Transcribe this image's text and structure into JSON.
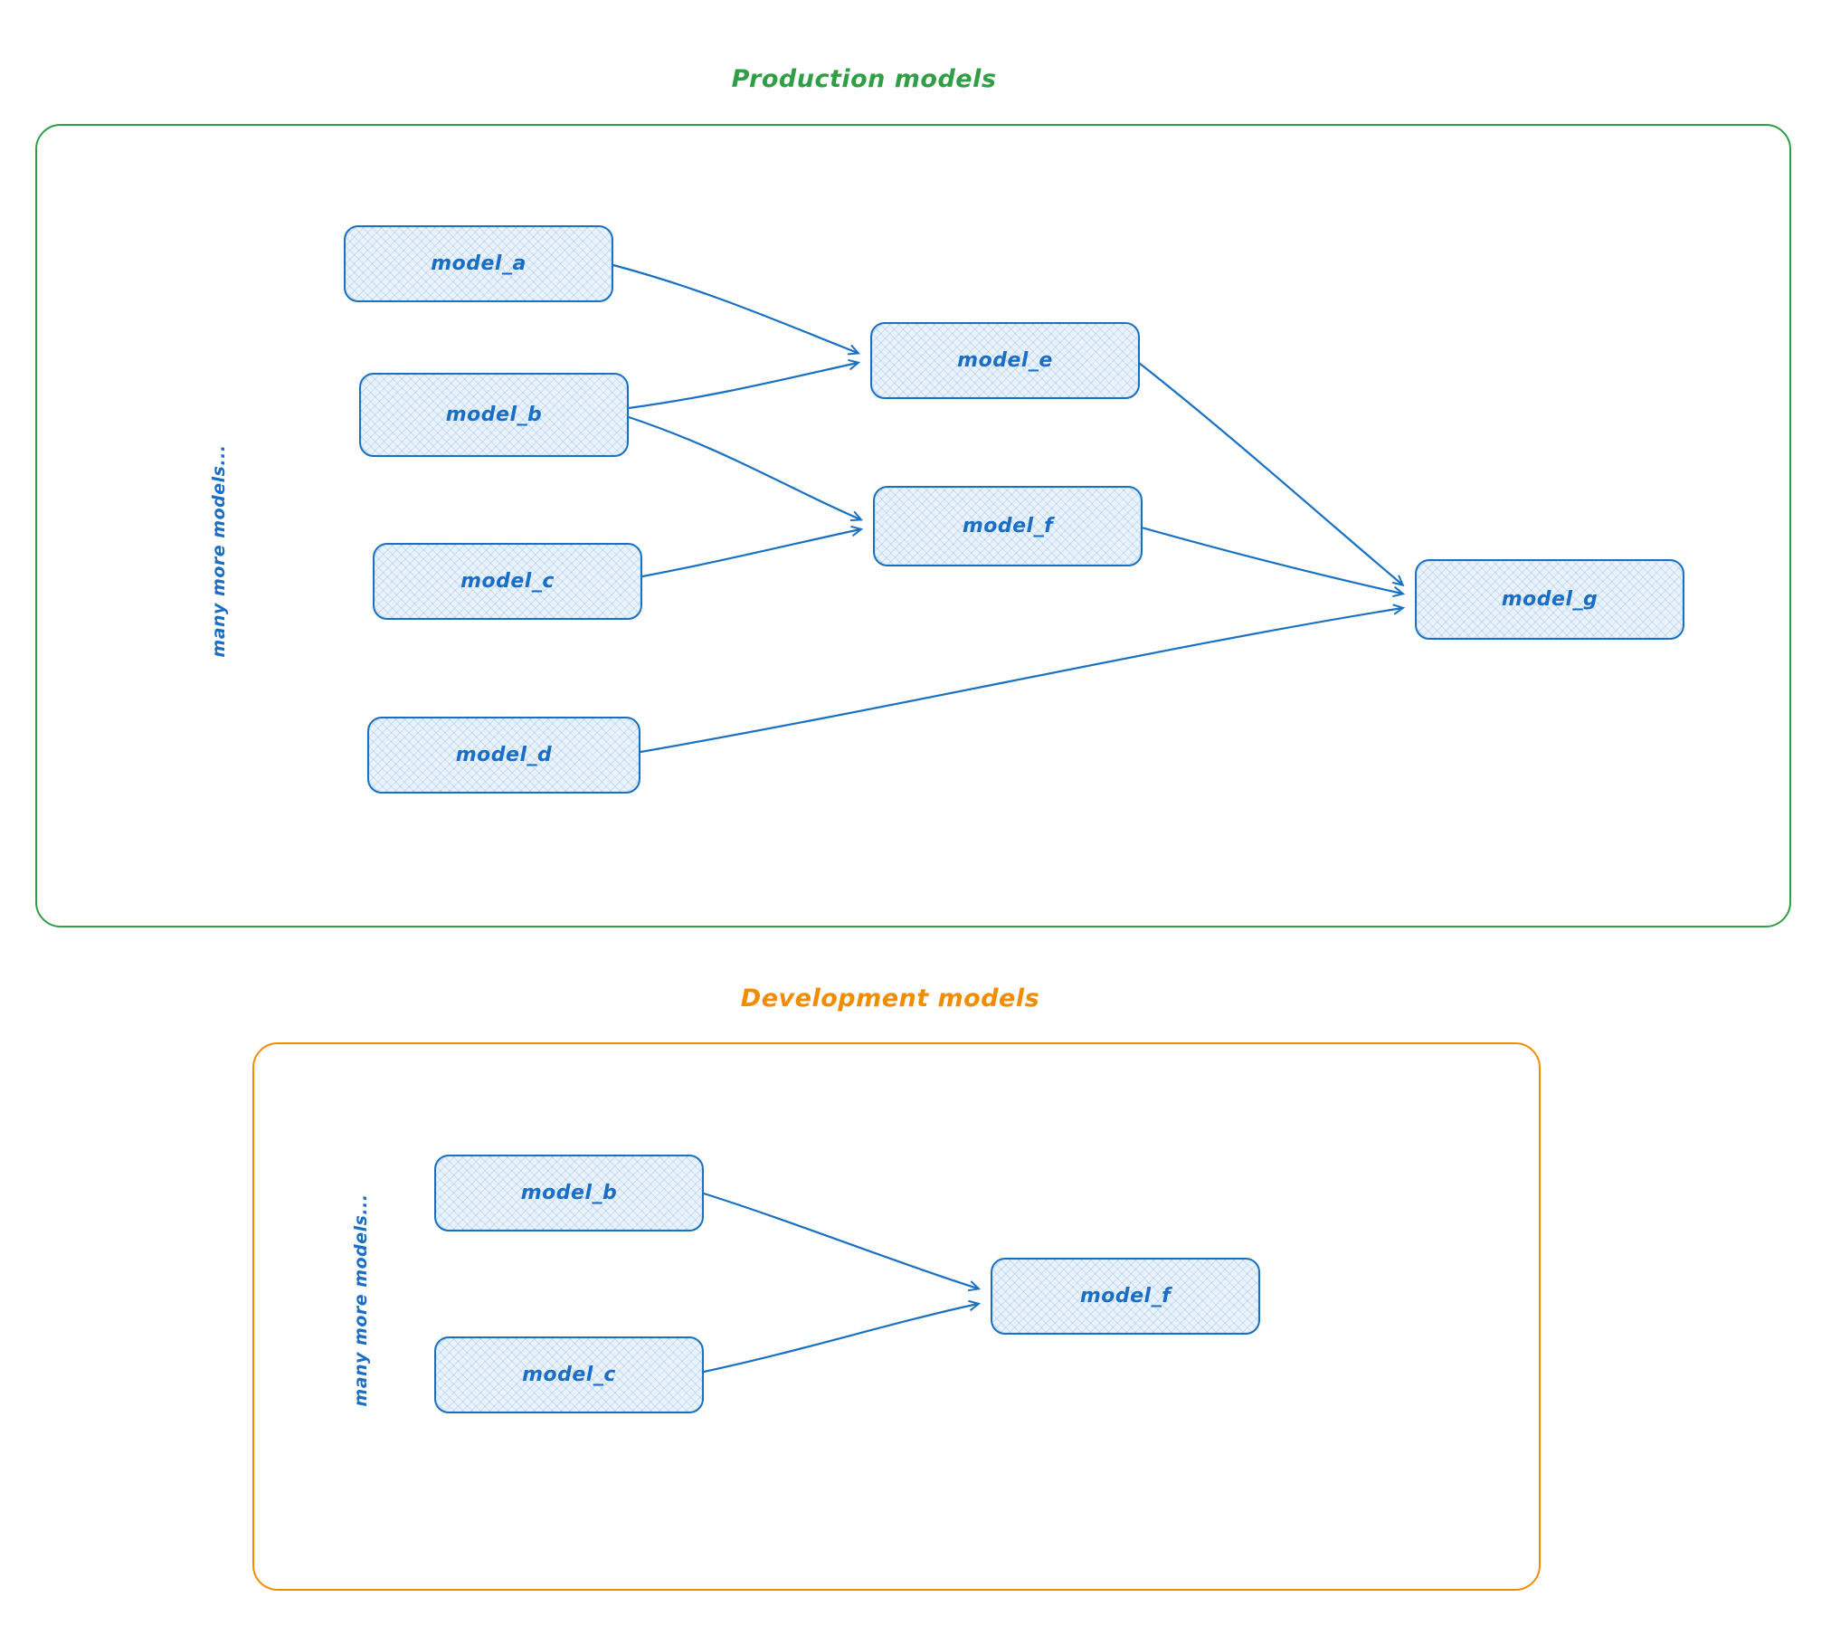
{
  "colors": {
    "node_stroke": "#1971c2",
    "node_fill": "#eaf3fc",
    "arrow": "#1971c2",
    "production_accent": "#2f9e44",
    "development_accent": "#f08c00"
  },
  "production": {
    "title": "Production models",
    "side_note": "many more models...",
    "nodes": {
      "a": {
        "label": "model_a"
      },
      "b": {
        "label": "model_b"
      },
      "c": {
        "label": "model_c"
      },
      "d": {
        "label": "model_d"
      },
      "e": {
        "label": "model_e"
      },
      "f": {
        "label": "model_f"
      },
      "g": {
        "label": "model_g"
      }
    },
    "edges": [
      {
        "from": "model_a",
        "to": "model_e"
      },
      {
        "from": "model_b",
        "to": "model_e"
      },
      {
        "from": "model_b",
        "to": "model_f"
      },
      {
        "from": "model_c",
        "to": "model_f"
      },
      {
        "from": "model_d",
        "to": "model_g"
      },
      {
        "from": "model_e",
        "to": "model_g"
      },
      {
        "from": "model_f",
        "to": "model_g"
      }
    ]
  },
  "development": {
    "title": "Development models",
    "side_note": "many more models...",
    "nodes": {
      "b": {
        "label": "model_b"
      },
      "c": {
        "label": "model_c"
      },
      "f": {
        "label": "model_f"
      }
    },
    "edges": [
      {
        "from": "model_b",
        "to": "model_f"
      },
      {
        "from": "model_c",
        "to": "model_f"
      }
    ]
  }
}
